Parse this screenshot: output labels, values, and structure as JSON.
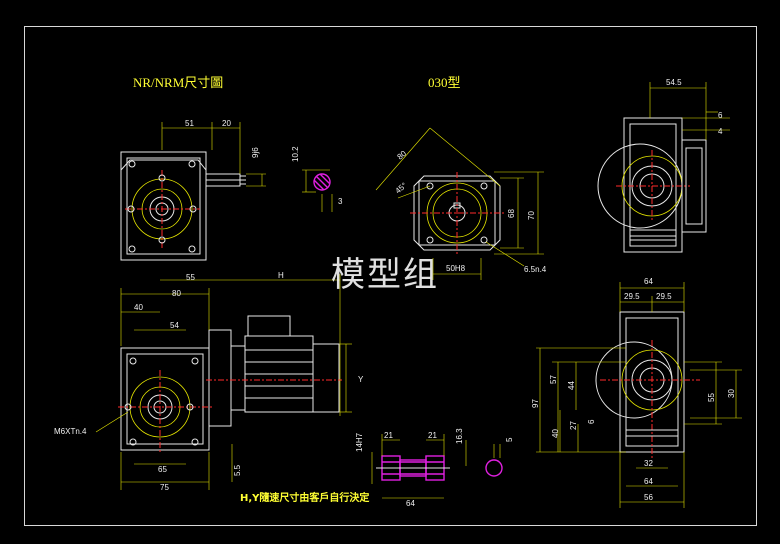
{
  "drawing": {
    "title_left": "NR/NRM尺寸圖",
    "title_model": "030型",
    "watermark": "模型组",
    "note": "H,Y隨速尺寸由客戶自行決定",
    "colors": {
      "background": "#000000",
      "dimension": "#e6e600",
      "outline": "#e8e8e8",
      "hidden": "#ff2a2a",
      "section": "#e020e0"
    }
  },
  "dimensions": {
    "top_view": {
      "d51": "51",
      "d20": "20",
      "d9j6": "9j6"
    },
    "key_view": {
      "d10_2": "10.2",
      "d3": "3"
    },
    "flange_view": {
      "d80": "80",
      "d45": "45°",
      "d68": "68",
      "d70": "70",
      "d50h8": "50H8",
      "d6_5": "6.5n.4"
    },
    "right_top": {
      "d54_5": "54.5",
      "d6": "6",
      "d4": "4"
    },
    "front_view": {
      "d55": "55",
      "dH": "H",
      "d80": "80",
      "d40": "40",
      "d54": "54",
      "dY": "Y",
      "m6": "M6XTn.4",
      "d65": "65",
      "d75": "75",
      "d5_5": "5.5"
    },
    "shaft_view": {
      "d14h7": "14H7",
      "d21a": "21",
      "d21b": "21",
      "d16_3": "16.3",
      "d5": "5",
      "d64": "64"
    },
    "right_bottom": {
      "d64": "64",
      "d29_5a": "29.5",
      "d29_5b": "29.5",
      "d97": "97",
      "d57": "57",
      "d44": "44",
      "d40": "40",
      "d27": "27",
      "d6": "6",
      "d55": "55",
      "d30": "30",
      "d32": "32",
      "d64b": "64",
      "d56": "56"
    }
  }
}
